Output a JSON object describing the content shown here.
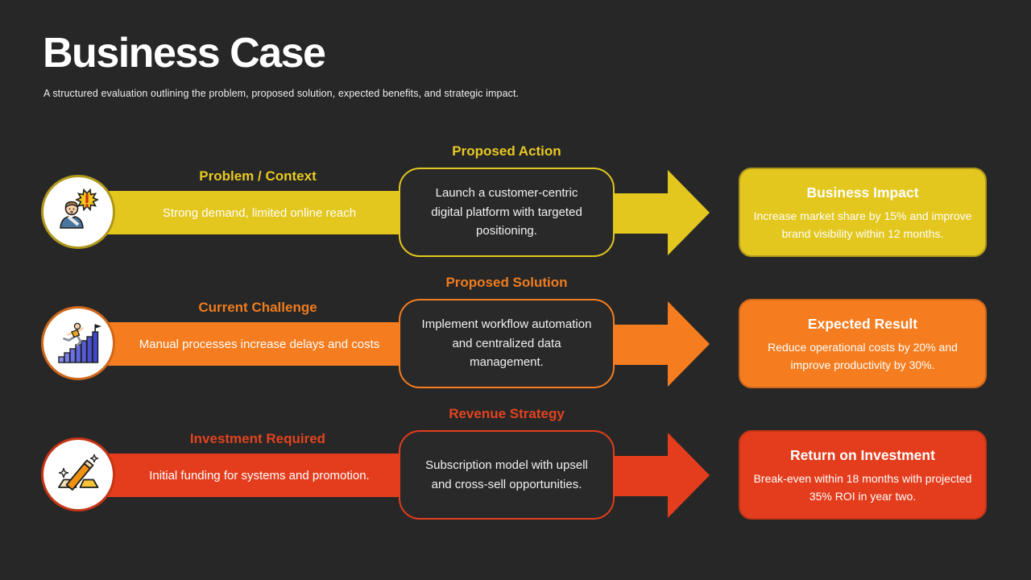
{
  "header": {
    "title": "Business Case",
    "subtitle": "A structured evaluation outlining the problem, proposed solution, expected benefits, and strategic impact."
  },
  "rows": [
    {
      "accent": "#e3c71e",
      "accent_dark": "#b0981b",
      "label_color": "#e8c922",
      "icon": "person-alert-icon",
      "left_title": "Problem / Context",
      "left_text": "Strong demand, limited online reach",
      "center_title": "Proposed Action",
      "center_text": "Launch a customer-centric digital platform with targeted positioning.",
      "right_title": "Business Impact",
      "right_text": "Increase market share by 15% and improve brand visibility within 12 months."
    },
    {
      "accent": "#f57d1f",
      "accent_dark": "#cf671a",
      "label_color": "#ee7c1f",
      "icon": "growth-climb-icon",
      "left_title": "Current Challenge",
      "left_text": "Manual processes increase delays and costs",
      "center_title": "Proposed Solution",
      "center_text": "Implement workflow automation and centralized data management.",
      "right_title": "Expected Result",
      "right_text": "Reduce operational costs by 20% and improve productivity by 30%."
    },
    {
      "accent": "#e43d1d",
      "accent_dark": "#c43414",
      "label_color": "#e2431f",
      "icon": "gold-bars-icon",
      "left_title": "Investment Required",
      "left_text": "Initial funding for systems and promotion.",
      "center_title": "Revenue Strategy",
      "center_text": "Subscription model with upsell and cross-sell opportunities.",
      "right_title": "Return on Investment",
      "right_text": "Break-even within 18 months with projected 35% ROI in year two."
    }
  ]
}
